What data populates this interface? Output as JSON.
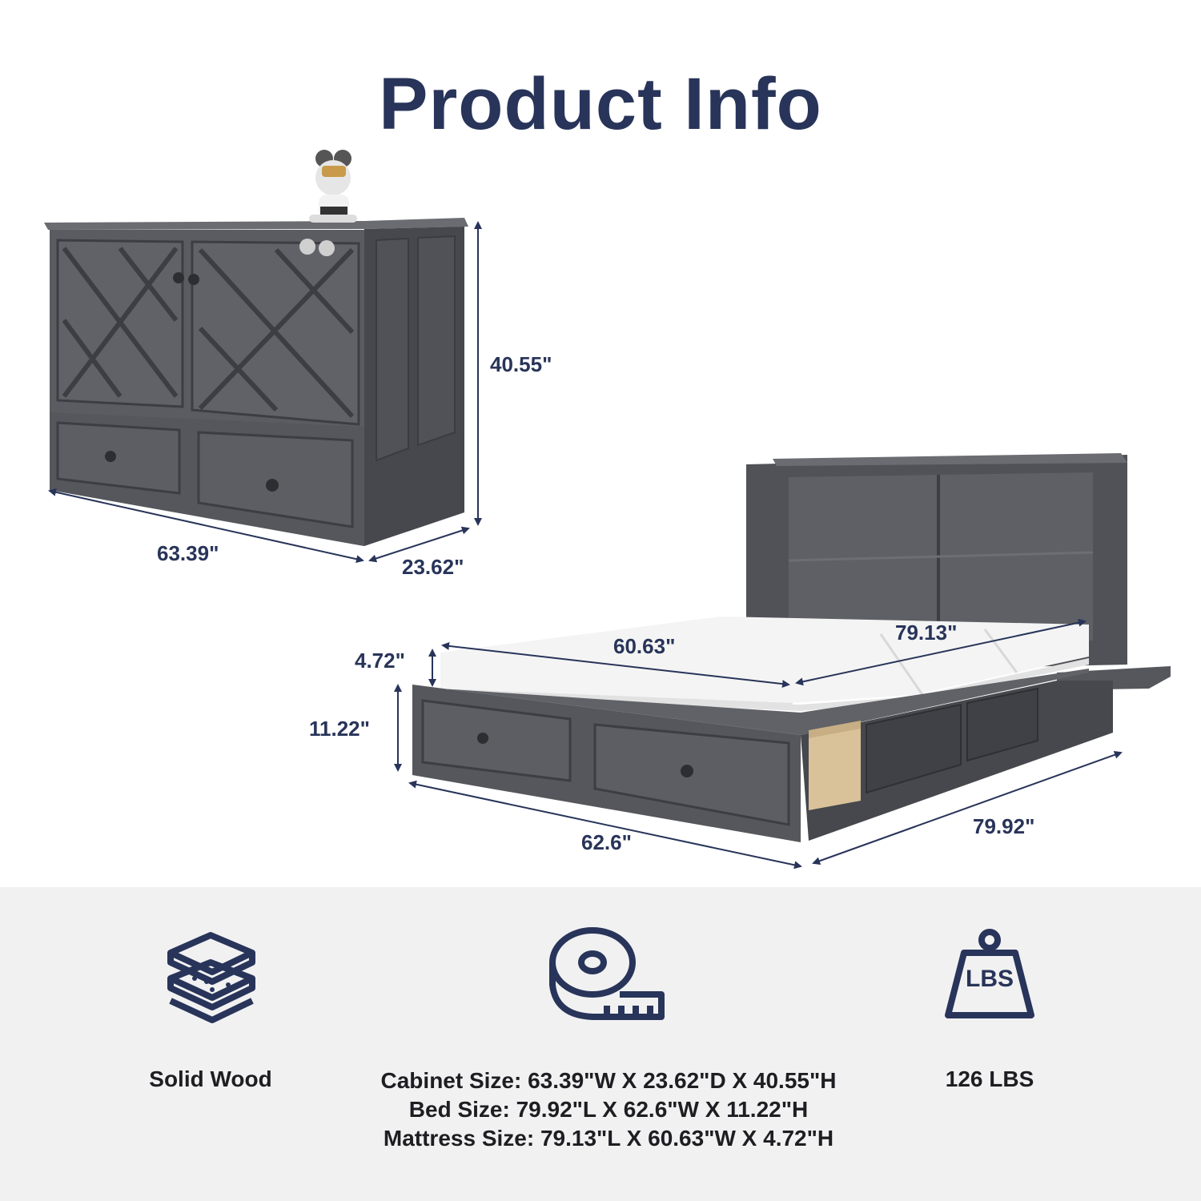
{
  "title": "Product Info",
  "colors": {
    "accent": "#283459",
    "wood": "#55575c",
    "wood_dark": "#3c3e43",
    "mattress": "#efefef",
    "panel": "#f1f1f2"
  },
  "dimensions": {
    "cabinet_height": "40.55\"",
    "cabinet_width": "63.39\"",
    "cabinet_depth": "23.62\"",
    "mattress_height": "4.72\"",
    "mattress_width": "60.63\"",
    "mattress_length": "79.13\"",
    "bed_height": "11.22\"",
    "bed_width": "62.6\"",
    "bed_length": "79.92\""
  },
  "features": [
    {
      "icon": "layers-icon",
      "label": "Solid Wood"
    },
    {
      "icon": "tape-measure-icon",
      "lines": [
        "Cabinet Size: 63.39\"W X 23.62\"D X 40.55\"H",
        "Bed Size: 79.92\"L X 62.6\"W X 11.22\"H",
        "Mattress Size: 79.13\"L X 60.63\"W X 4.72\"H"
      ]
    },
    {
      "icon": "weight-icon",
      "badge": "LBS",
      "label": "126 LBS"
    }
  ]
}
